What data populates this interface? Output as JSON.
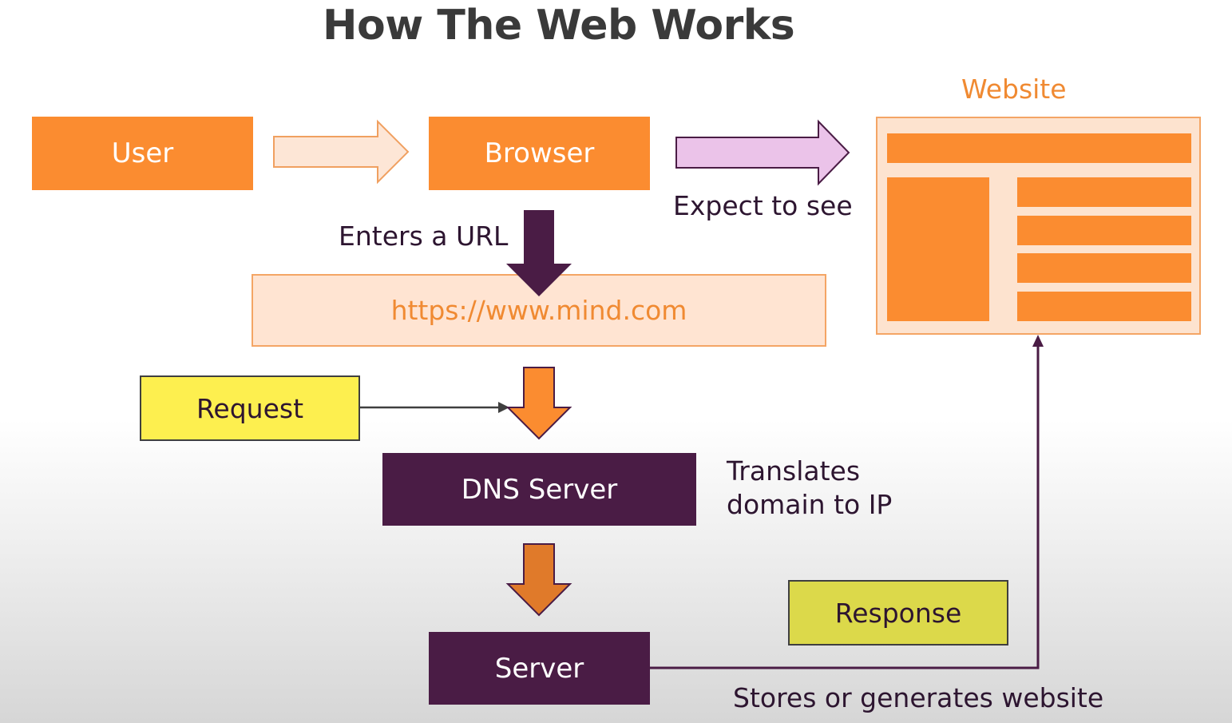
{
  "title": "How The Web Works",
  "nodes": {
    "user": "User",
    "browser": "Browser",
    "url": "https://www.mind.com",
    "request": "Request",
    "dns_server": "DNS Server",
    "server": "Server",
    "response": "Response",
    "website": "Website"
  },
  "annotations": {
    "enters_url": "Enters a URL",
    "expect_to_see": "Expect to see",
    "translates_line1": "Translates",
    "translates_line2": "domain to IP",
    "stores": "Stores or generates website"
  },
  "colors": {
    "orange": "#fb8c30",
    "light_orange": "#ffe4d2",
    "purple": "#4a1c45",
    "yellow": "#fdef4f",
    "olive_yellow": "#dcd94a",
    "pink": "#ebc3e9"
  }
}
